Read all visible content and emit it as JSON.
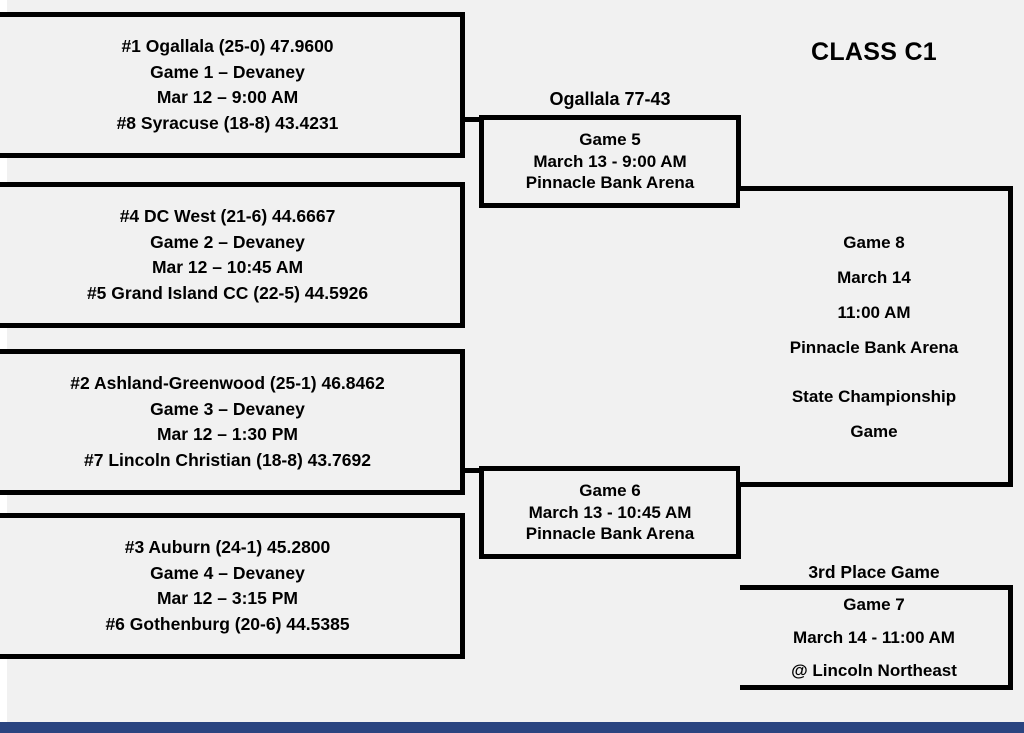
{
  "title": "CLASS C1",
  "colors": {
    "background": "#f1f1f1",
    "page": "#ffffff",
    "border": "#000000",
    "accent_bar": "#2a4480"
  },
  "round1": [
    {
      "id": "game-1",
      "top_seed": "#1 Ogallala (25-0) 47.9600",
      "game": "Game 1 – Devaney",
      "datetime": "Mar 12 – 9:00 AM",
      "bottom_seed": "#8 Syracuse (18-8) 43.4231"
    },
    {
      "id": "game-2",
      "top_seed": "#4 DC West (21-6) 44.6667",
      "game": "Game 2 – Devaney",
      "datetime": "Mar 12 – 10:45 AM",
      "bottom_seed": "#5 Grand Island CC (22-5) 44.5926"
    },
    {
      "id": "game-3",
      "top_seed": "#2 Ashland-Greenwood (25-1) 46.8462",
      "game": "Game 3 – Devaney",
      "datetime": "Mar 12 – 1:30 PM",
      "bottom_seed": "#7 Lincoln Christian (18-8) 43.7692"
    },
    {
      "id": "game-4",
      "top_seed": "#3 Auburn (24-1) 45.2800",
      "game": "Game 4 – Devaney",
      "datetime": "Mar 12 – 3:15 PM",
      "bottom_seed": "#6 Gothenburg (20-6) 44.5385"
    }
  ],
  "results": {
    "game1_result": "Ogallala 77-43"
  },
  "round2": [
    {
      "id": "game-5",
      "game": "Game 5",
      "datetime": "March 13 - 9:00 AM",
      "venue": "Pinnacle Bank Arena"
    },
    {
      "id": "game-6",
      "game": "Game 6",
      "datetime": "March 13 - 10:45 AM",
      "venue": "Pinnacle Bank Arena"
    }
  ],
  "final": {
    "id": "game-8",
    "game": "Game 8",
    "date": "March 14",
    "time": "11:00 AM",
    "venue": "Pinnacle Bank Arena",
    "label_line1": "State Championship",
    "label_line2": "Game"
  },
  "third_place": {
    "heading": "3rd Place Game",
    "game": "Game 7",
    "datetime": "March 14 - 11:00 AM",
    "venue": "@ Lincoln Northeast"
  }
}
